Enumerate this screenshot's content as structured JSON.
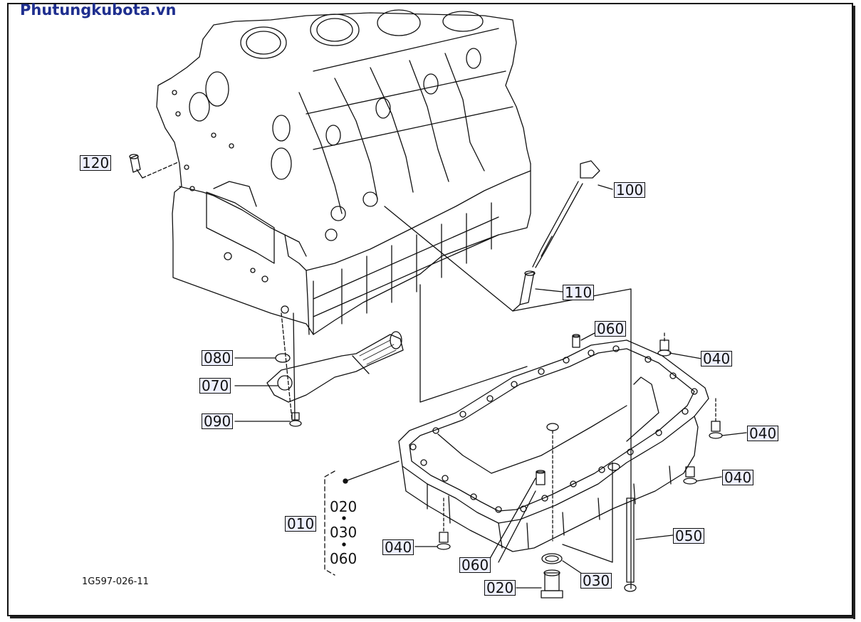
{
  "site_title": "Phutungkubota.vn",
  "drawing_code": "1G597-026-11",
  "callouts": {
    "c120": "120",
    "c100": "100",
    "c110": "110",
    "c060a": "060",
    "c040a": "040",
    "c080": "080",
    "c070": "070",
    "c090": "090",
    "c040b": "040",
    "c040c": "040",
    "c010": "010",
    "c050": "050",
    "c040d": "040",
    "c060b": "060",
    "c030": "030",
    "c020": "020"
  },
  "kit_items": {
    "k020": "020",
    "k030": "030",
    "k060": "060"
  },
  "colors": {
    "title": "#1f2f8f",
    "callout_fill": "#eef0ff",
    "line": "#111111"
  }
}
